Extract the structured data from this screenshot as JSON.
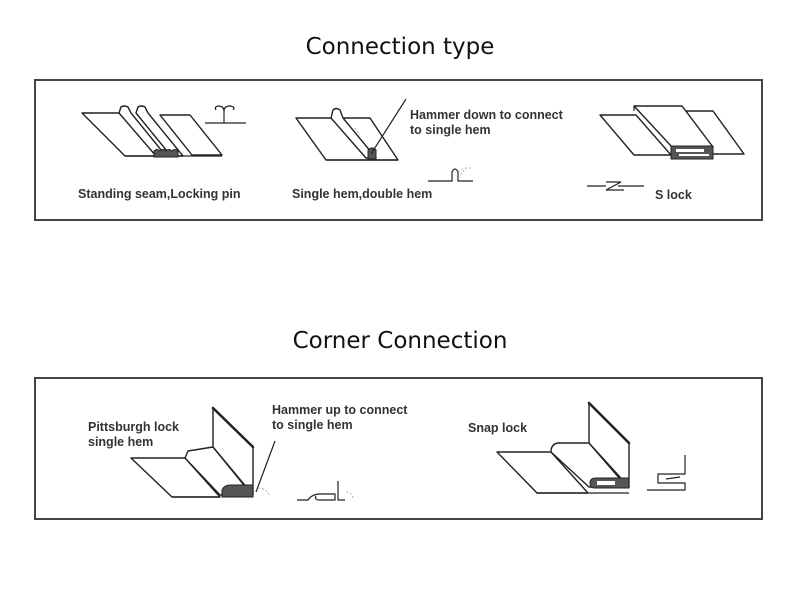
{
  "sections": [
    {
      "title": "Connection type",
      "items": [
        {
          "label": "Standing seam,Locking pin",
          "profile_icon": "standing-seam-profile"
        },
        {
          "label": "Single hem,double hem",
          "note": "Hammer down to connect to single hem",
          "note_lines": [
            "Hammer down to connect",
            "to single hem"
          ],
          "profile_icon": "single-hem-profile"
        },
        {
          "label": "S lock",
          "profile_icon": "s-lock-profile"
        }
      ]
    },
    {
      "title": "Corner Connection",
      "items": [
        {
          "label": "Pittsburgh lock single hem",
          "label_lines": [
            "Pittsburgh lock",
            "single hem"
          ],
          "note": "Hammer up to connect to single hem",
          "note_lines": [
            "Hammer up to connect",
            "to single hem"
          ],
          "profile_icon": "pittsburgh-lock-profile"
        },
        {
          "label": "Snap lock",
          "profile_icon": "snap-lock-profile"
        }
      ]
    }
  ],
  "colors": {
    "line": "#222222",
    "border": "#444444",
    "text": "#333333",
    "title": "#111111",
    "background": "#ffffff"
  }
}
